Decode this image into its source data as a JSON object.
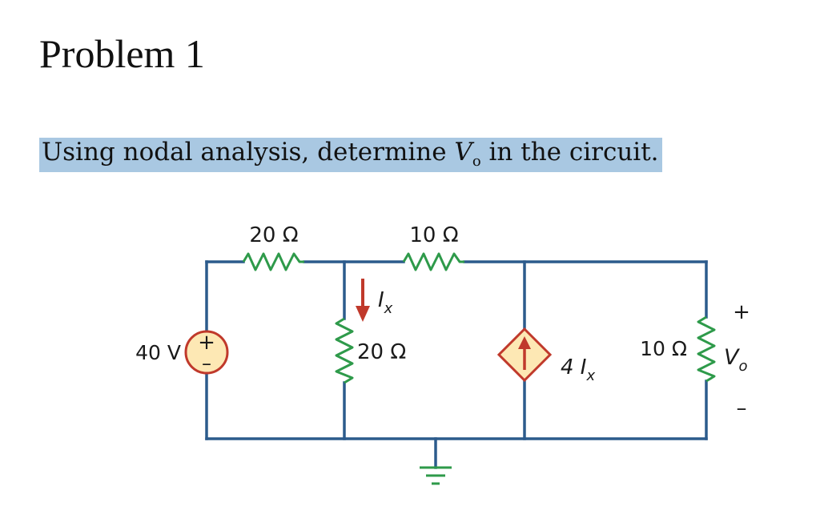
{
  "problem": {
    "title": "Problem 1",
    "prompt_before": "Using nodal analysis, determine ",
    "prompt_var": "V",
    "prompt_var_sub": "o",
    "prompt_after": " in the circuit."
  },
  "circuit": {
    "source_label": "40 V",
    "source_plus": "+",
    "source_minus": "–",
    "r_series_1": "20 Ω",
    "r_series_2": "10 Ω",
    "r_shunt": "20 Ω",
    "current_label": "I",
    "current_sub": "x",
    "dep_source_label": "4 I",
    "dep_source_sub": "x",
    "r_load": "10 Ω",
    "output_plus": "+",
    "output_label": "V",
    "output_sub": "o",
    "output_minus": "–"
  },
  "colors": {
    "wire": "#2c5b8c",
    "resistor": "#2e9a4a",
    "source_fill": "#fde8b4",
    "source_stroke": "#c0392b",
    "arrow": "#c0392b",
    "ground": "#2e9a4a",
    "highlight": "#a9c8e2"
  }
}
